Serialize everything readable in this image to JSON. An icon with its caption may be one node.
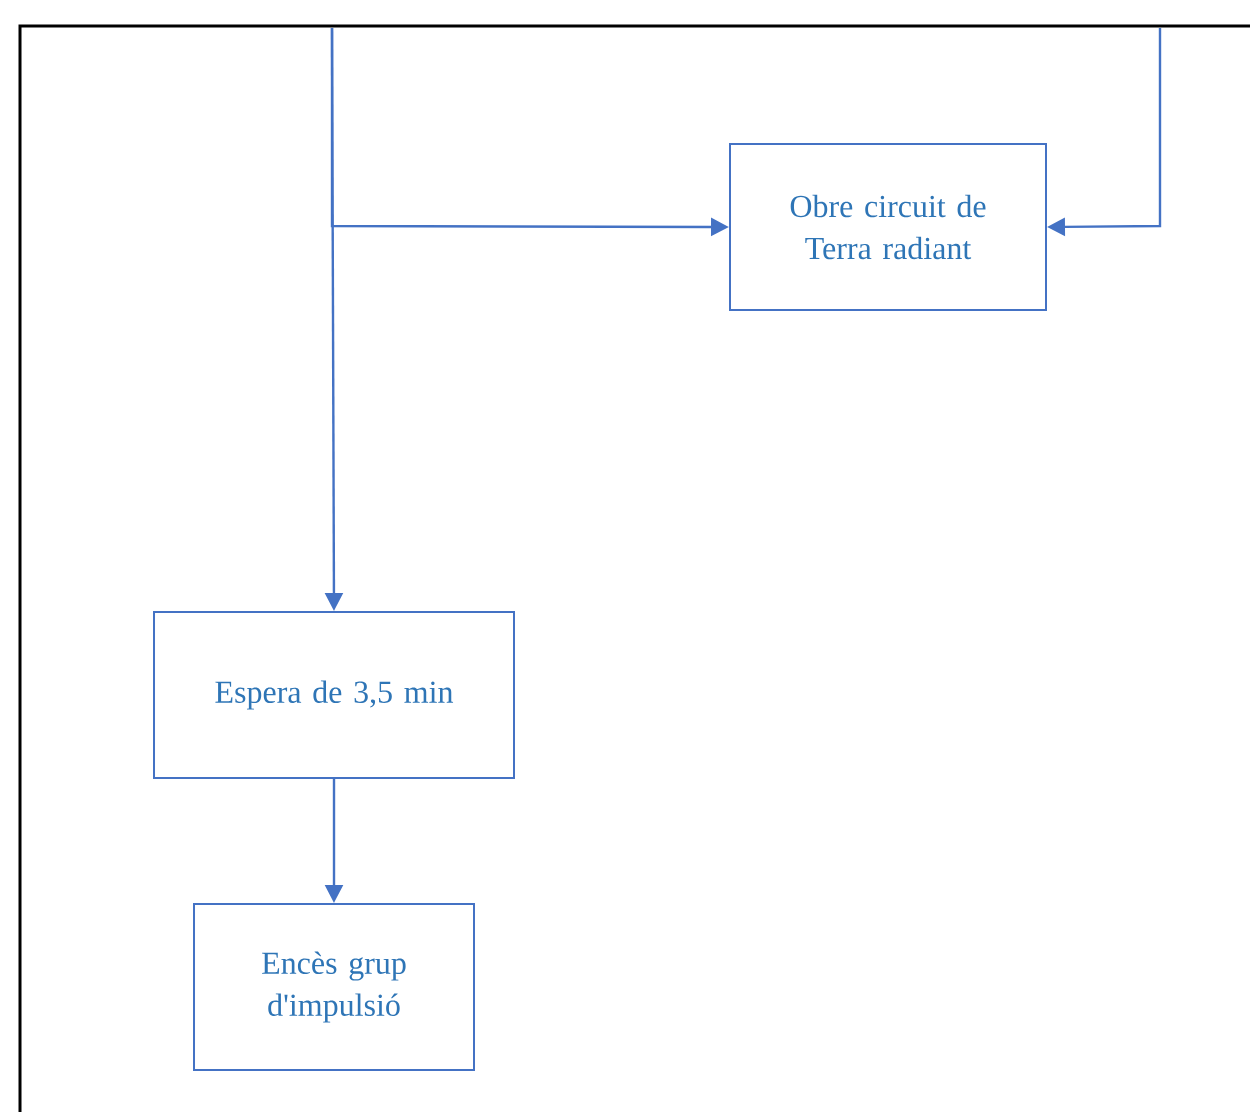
{
  "diagram": {
    "nodes": [
      {
        "text": [
          "Obre circuit de Terra radiant"
        ]
      },
      {
        "text": [
          "Espera de 3,5 min"
        ]
      },
      {
        "text": [
          "Encès grup d'impulsió"
        ]
      }
    ],
    "edges": [
      {
        "from": null,
        "to": 0,
        "arrow": "to"
      },
      {
        "from": null,
        "to": 1,
        "arrow": "to"
      },
      {
        "from": null,
        "to": 0,
        "arrow": "to"
      },
      {
        "from": 1,
        "to": 2,
        "arrow": "to"
      }
    ]
  }
}
